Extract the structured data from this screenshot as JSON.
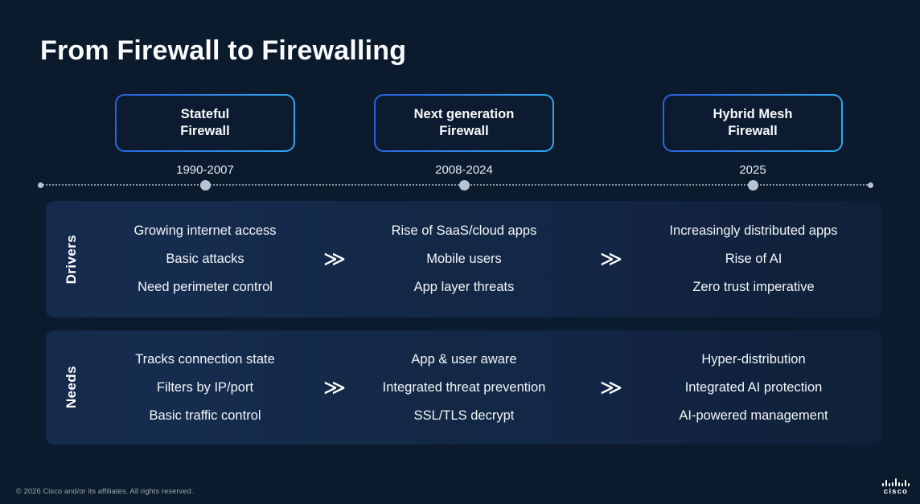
{
  "slide": {
    "title": "From Firewall to Firewalling",
    "footer": "© 2026 Cisco and/or its affiliates. All rights reserved.",
    "logo_word": "cisco"
  },
  "colors": {
    "background": "#0b1a2d",
    "row_background": "#142947",
    "box_border_left": "#2a5fe0",
    "box_border_right": "#2ea9ec",
    "timeline_dot": "#b9c3cf",
    "text": "#f2f6f9"
  },
  "icons": {
    "chevron": "≫"
  },
  "timeline": {
    "stages": [
      {
        "label_line1": "Stateful",
        "label_line2": "Firewall",
        "years": "1990-2007"
      },
      {
        "label_line1": "Next generation",
        "label_line2": "Firewall",
        "years": "2008-2024"
      },
      {
        "label_line1": "Hybrid Mesh",
        "label_line2": "Firewall",
        "years": "2025"
      }
    ]
  },
  "rows": [
    {
      "label": "Drivers",
      "columns": [
        [
          "Growing internet access",
          "Basic attacks",
          "Need perimeter control"
        ],
        [
          "Rise of SaaS/cloud apps",
          "Mobile users",
          "App layer threats"
        ],
        [
          "Increasingly distributed apps",
          "Rise of AI",
          "Zero trust imperative"
        ]
      ]
    },
    {
      "label": "Needs",
      "columns": [
        [
          "Tracks connection state",
          "Filters by IP/port",
          "Basic traffic control"
        ],
        [
          "App & user aware",
          "Integrated threat prevention",
          "SSL/TLS decrypt"
        ],
        [
          "Hyper-distribution",
          "Integrated AI protection",
          "AI-powered management"
        ]
      ]
    }
  ]
}
